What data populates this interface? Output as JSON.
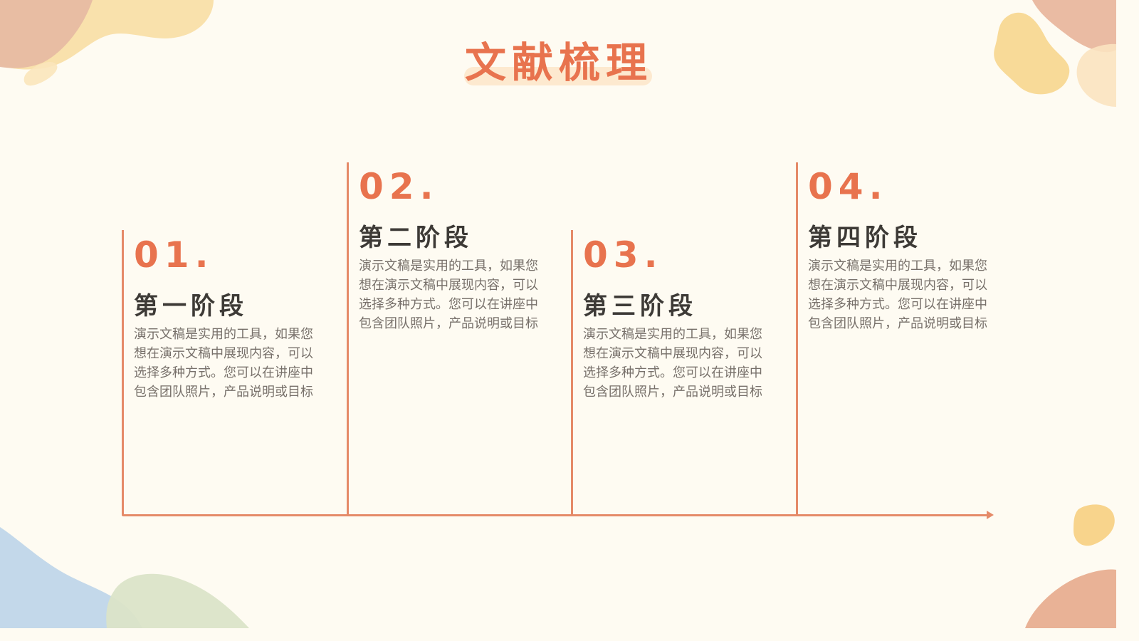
{
  "slide": {
    "title": "文献梳理",
    "stages": [
      {
        "number": "01.",
        "title": "第一阶段",
        "description": "演示文稿是实用的工具，如果您想在演示文稿中展现内容，可以选择多种方式。您可以在讲座中包含团队照片，产品说明或目标"
      },
      {
        "number": "02.",
        "title": "第二阶段",
        "description": "演示文稿是实用的工具，如果您想在演示文稿中展现内容，可以选择多种方式。您可以在讲座中包含团队照片，产品说明或目标"
      },
      {
        "number": "03.",
        "title": "第三阶段",
        "description": "演示文稿是实用的工具，如果您想在演示文稿中展现内容，可以选择多种方式。您可以在讲座中包含团队照片，产品说明或目标"
      },
      {
        "number": "04.",
        "title": "第四阶段",
        "description": "演示文稿是实用的工具，如果您想在演示文稿中展现内容，可以选择多种方式。您可以在讲座中包含团队照片，产品说明或目标"
      }
    ]
  },
  "colors": {
    "background": "#fefbf2",
    "accent": "#e8734e",
    "timeline": "#e58a68",
    "heading": "#3d3a36",
    "body_text": "#77706a",
    "blob_peach": "#e9b9a0",
    "blob_yellow": "#f8d892",
    "blob_blue": "#bcd6ea",
    "blob_green": "#d7e2c4"
  }
}
